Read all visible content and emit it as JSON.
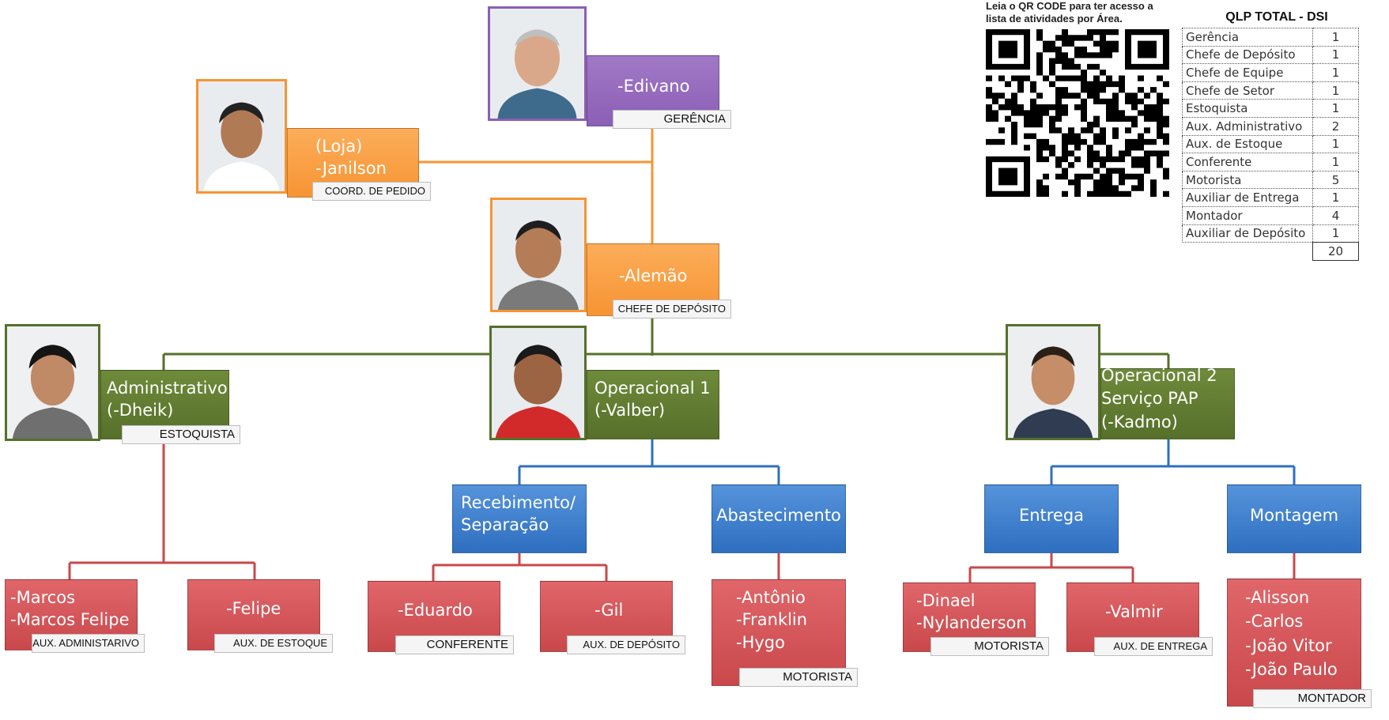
{
  "qr_note": {
    "line1": "Leia o QR CODE para ter acesso a",
    "line2": "lista de atividades por Área."
  },
  "qlp": {
    "title": "QLP TOTAL - DSI",
    "rows": [
      {
        "role": "Gerência",
        "count": "1"
      },
      {
        "role": "Chefe de Depósito",
        "count": "1"
      },
      {
        "role": "Chefe de Equipe",
        "count": "1"
      },
      {
        "role": "Chefe de Setor",
        "count": "1"
      },
      {
        "role": "Estoquista",
        "count": "1"
      },
      {
        "role": "Aux. Administrativo",
        "count": "2"
      },
      {
        "role": "Aux. de Estoque",
        "count": "1"
      },
      {
        "role": "Conferente",
        "count": "1"
      },
      {
        "role": "Motorista",
        "count": "5"
      },
      {
        "role": "Auxiliar de Entrega",
        "count": "1"
      },
      {
        "role": "Montador",
        "count": "4"
      },
      {
        "role": "Auxiliar de Depósito",
        "count": "1"
      }
    ],
    "total": "20"
  },
  "nodes": {
    "edivano": {
      "lines": [
        "-Edivano"
      ],
      "label": "GERÊNCIA"
    },
    "janilson": {
      "lines": [
        "(Loja)",
        "-Janilson"
      ],
      "label": "COORD. DE PEDIDO"
    },
    "alemao": {
      "lines": [
        "-Alemão"
      ],
      "label": "CHEFE DE DEPÓSITO"
    },
    "admin": {
      "lines": [
        "Administrativo",
        "(-Dheik)"
      ],
      "label": "ESTOQUISTA"
    },
    "op1": {
      "lines": [
        "Operacional 1",
        "(-Valber)"
      ]
    },
    "op2": {
      "lines": [
        "Operacional 2",
        "Serviço PAP",
        "(-Kadmo)"
      ]
    },
    "receb": {
      "lines": [
        "Recebimento/",
        "Separação"
      ]
    },
    "abast": {
      "lines": [
        "Abastecimento"
      ]
    },
    "entrega": {
      "lines": [
        "Entrega"
      ]
    },
    "montagem": {
      "lines": [
        "Montagem"
      ]
    },
    "marcos": {
      "lines": [
        "-Marcos",
        "-Marcos Felipe"
      ],
      "label": "AUX. ADMINISTARIVO"
    },
    "felipe": {
      "lines": [
        "-Felipe"
      ],
      "label": "AUX. DE ESTOQUE"
    },
    "eduardo": {
      "lines": [
        "-Eduardo"
      ],
      "label": "CONFERENTE"
    },
    "gil": {
      "lines": [
        "-Gil"
      ],
      "label": "AUX. DE DEPÓSITO"
    },
    "antonio": {
      "lines": [
        "-Antônio",
        "-Franklin",
        "-Hygo"
      ],
      "label": "MOTORISTA"
    },
    "dinael": {
      "lines": [
        "-Dinael",
        "-Nylanderson"
      ],
      "label": "MOTORISTA"
    },
    "valmir": {
      "lines": [
        "-Valmir"
      ],
      "label": "AUX. DE ENTREGA"
    },
    "alisson": {
      "lines": [
        "-Alisson",
        "-Carlos",
        "-João Vitor",
        "-João Paulo"
      ],
      "label": "MONTADOR"
    }
  },
  "colors": {
    "purple": "#8b5fb5",
    "orange": "#f79433",
    "green": "#56702a",
    "blue": "#2f6fc0",
    "red": "#c9484b"
  }
}
